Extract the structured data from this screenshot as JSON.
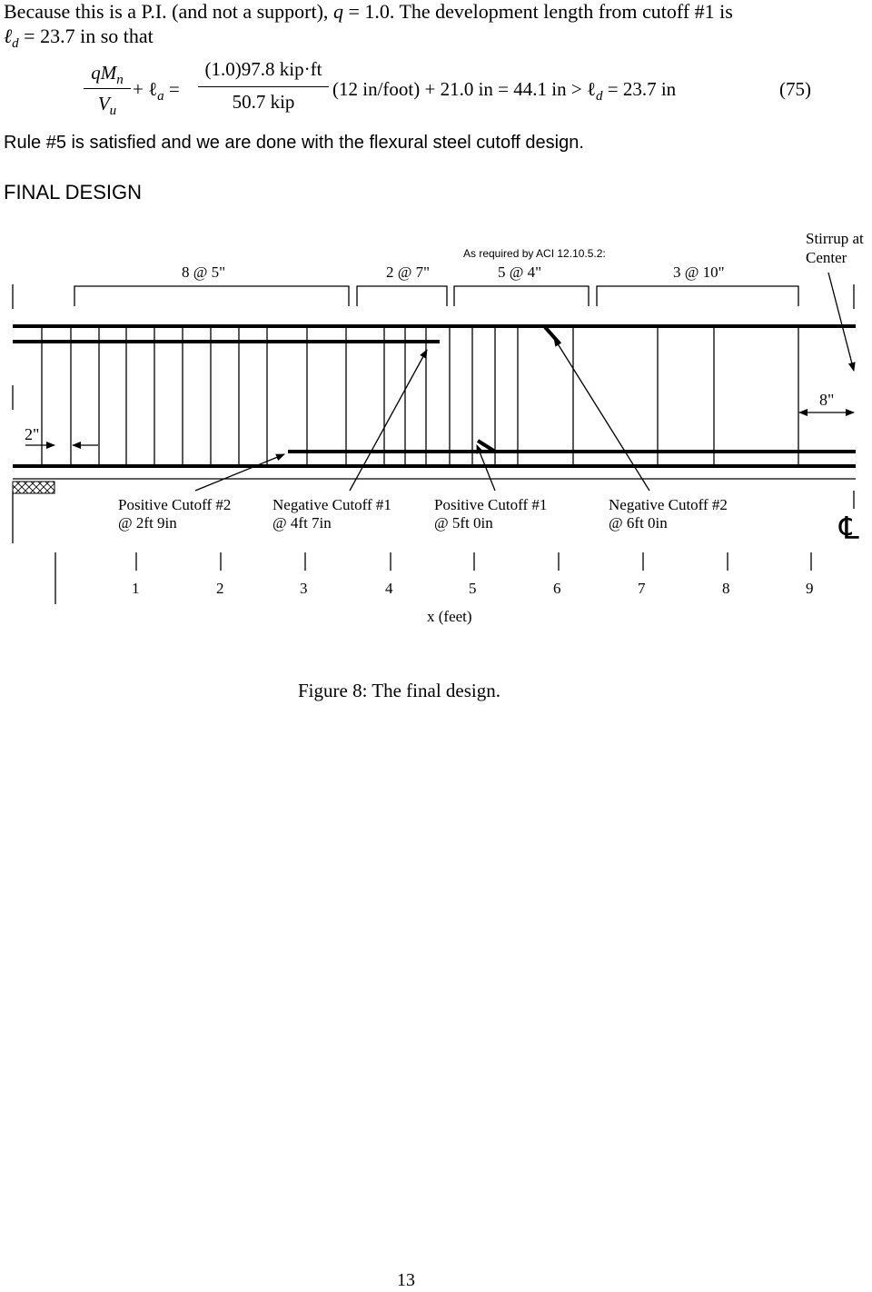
{
  "intro": {
    "line1_a": "Because this is a P.I. (and not a support),",
    "line1_q": "q",
    "line1_b": "= 1.0.  The development length from cutoff #1 is",
    "line2_l": "ℓ",
    "line2_sub": "d",
    "line2_b": "= 23.7 in so that"
  },
  "equation": {
    "frac1_num": "qM",
    "frac1_num_sub": "n",
    "frac1_den": "V",
    "frac1_den_sub": "u",
    "plus_la": "+ ℓ",
    "la_sub": "a",
    "equals": "=",
    "frac2_num": "(1.0)97.8 kip·ft",
    "frac2_den": "50.7 kip",
    "rest_a": "(12 in/foot) + 21.0 in = 44.1 in > ℓ",
    "rest_sub": "d",
    "rest_b": "= 23.7 in",
    "number": "(75)"
  },
  "rule_text": "Rule #5 is satisfied and we are done with the flexural steel cutoff design.",
  "section_heading": "FINAL DESIGN",
  "figure": {
    "aci_note": "As required by ACI 12.10.5.2:",
    "spacing_labels": [
      "8 @ 5\"",
      "2 @ 7\"",
      "5 @ 4\"",
      "3 @ 10\""
    ],
    "stirrup_center_line1": "Stirrup at",
    "stirrup_center_line2": "Center",
    "dim_2in": "2\"",
    "dim_8in": "8\"",
    "cutoffs": [
      {
        "name": "Positive Cutoff #2",
        "location": "@ 2ft 9in"
      },
      {
        "name": "Negative Cutoff #1",
        "location": "@ 4ft 7in"
      },
      {
        "name": "Positive Cutoff #1",
        "location": "@ 5ft 0in"
      },
      {
        "name": "Negative Cutoff #2",
        "location": "@ 6ft 0in"
      }
    ],
    "centerline_symbol": "℄",
    "x_ticks": [
      "1",
      "2",
      "3",
      "4",
      "5",
      "6",
      "7",
      "8",
      "9"
    ],
    "x_axis_label": "x (feet)",
    "caption": "Figure 8: The final design."
  },
  "page_number": "13"
}
